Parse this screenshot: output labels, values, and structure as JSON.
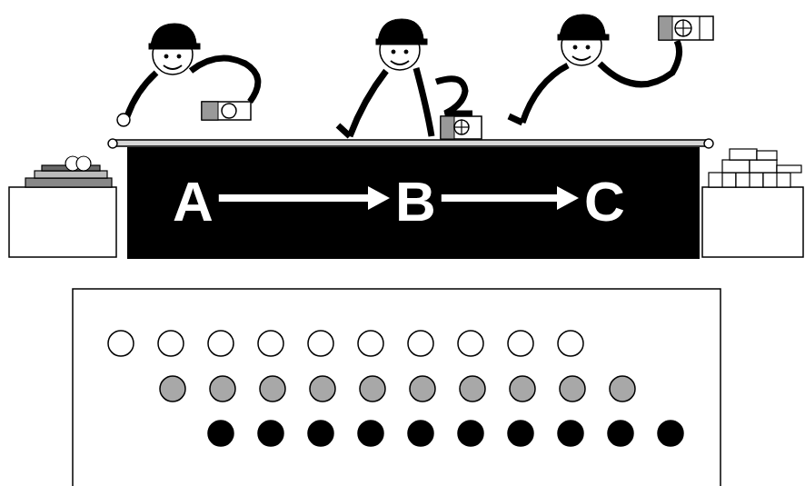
{
  "diagram": {
    "nodes": [
      {
        "text": [
          "A"
        ]
      },
      {
        "text": [
          "B"
        ]
      },
      {
        "text": [
          "C"
        ]
      }
    ],
    "edges": [
      {
        "from": 0,
        "to": 1,
        "arrow": "to"
      },
      {
        "from": 1,
        "to": 2,
        "arrow": "to"
      }
    ]
  }
}
